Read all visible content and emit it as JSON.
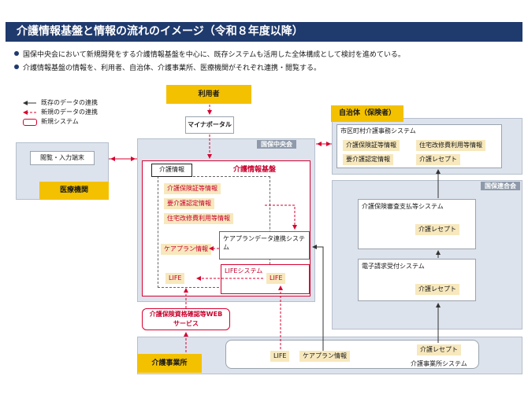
{
  "title": "介護情報基盤と情報の流れのイメージ（令和８年度以降）",
  "bullets": [
    "国保中央会において新規開発をする介護情報基盤を中心に、既存システムも活用した全体構成として検討を進めている。",
    "介護情報基盤の情報を、利用者、自治体、介護事業所、医療機関がそれぞれ連携・閲覧する。"
  ],
  "legend": {
    "existing": "既存のデータの連携",
    "new_data": "新規のデータの連携",
    "new_system": "新規システム"
  },
  "user": "利用者",
  "mynaportal": "マイナポータル",
  "medical": {
    "label": "医療機関",
    "terminal": "閲覧・入力端末"
  },
  "kokuho_chuokai": "国保中央会",
  "kaigo_kiban": {
    "label": "介護情報基盤",
    "kaigo_joho": "介護情報",
    "items": [
      "介護保険証等情報",
      "要介護認定情報",
      "住宅改修費利用等情報"
    ],
    "careplan": "ケアプラン情報",
    "life": "LIFE"
  },
  "careplan_system": "ケアプランデータ連携システム",
  "life_system": {
    "label": "LIFEシステム",
    "life": "LIFE"
  },
  "jichitai": {
    "label": "自治体（保険者）",
    "system": "市区町村介護事務システム",
    "items": [
      "介護保険証等情報",
      "住宅改修費利用等情報",
      "要介護認定情報",
      "介護レセプト"
    ]
  },
  "kokuho_rengokai": {
    "label": "国保連合会",
    "shinsa": "介護保険審査支払等システム",
    "shinsa_item": "介護レセプト",
    "denshi": "電子請求受付システム",
    "denshi_item": "介護レセプト"
  },
  "web_service": "介護保険資格確認等WEBサービス",
  "jigyosho": {
    "label": "介護事業所",
    "system": "介護事業所システム",
    "life": "LIFE",
    "careplan": "ケアプラン情報",
    "receipt": "介護レセプト"
  },
  "colors": {
    "navy": "#1f3a6d",
    "gold": "#f3c100",
    "red": "#d8002f"
  }
}
